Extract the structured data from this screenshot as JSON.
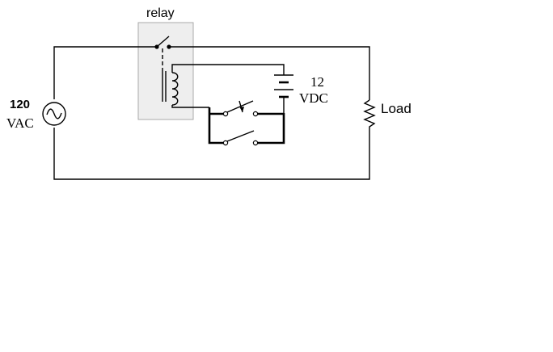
{
  "labels": {
    "relay": "relay",
    "source_voltage": "120",
    "source_type": "VAC",
    "battery_voltage": "12",
    "battery_type": "VDC",
    "load": "Load"
  },
  "colors": {
    "wire": "#000000",
    "relay_box_fill": "#eeeeee",
    "relay_box_border": "#aaaaaa"
  }
}
